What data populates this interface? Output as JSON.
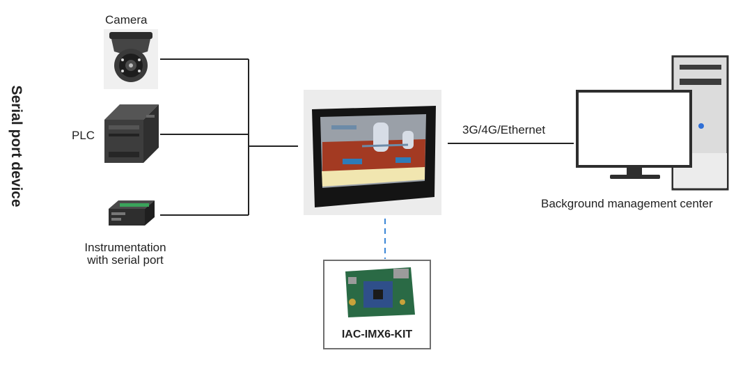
{
  "side_label": "Serial port device",
  "devices": {
    "camera": "Camera",
    "plc": "PLC",
    "instrument_line1": "Instrumentation",
    "instrument_line2": "with serial port"
  },
  "link_label": "3G/4G/Ethernet",
  "server_label": "Background management center",
  "kit_label": "IAC-IMX6-KIT",
  "icons": {
    "camera": "dome-camera-icon",
    "plc": "plc-module-icon",
    "instrument": "serial-instrument-icon",
    "hmi": "hmi-touch-panel",
    "server": "desktop-computer-icon",
    "board": "circuit-board-icon"
  }
}
